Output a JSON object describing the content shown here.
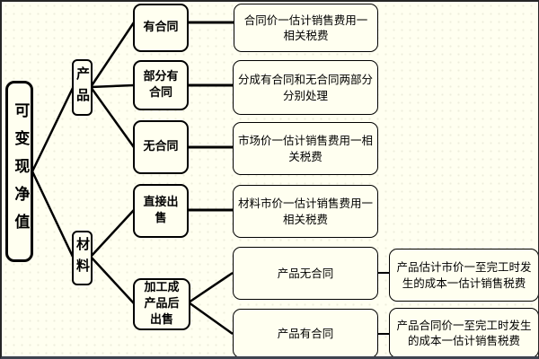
{
  "diagram": {
    "root": {
      "label": "可变现净值",
      "children": [
        {
          "label": "产品",
          "children": [
            {
              "label": "有合同",
              "result": "合同价一估计销售费用一相关税费"
            },
            {
              "label": "部分有合同",
              "result": "分成有合同和无合同两部分分别处理"
            },
            {
              "label": "无合同",
              "result": "市场价一估计销售费用一相关税费"
            }
          ]
        },
        {
          "label": "材料",
          "children": [
            {
              "label": "直接出售",
              "result": "材料市价一估计销售费用一相关税费"
            },
            {
              "label": "加工成产品后出售",
              "children": [
                {
                  "label": "产品无合同",
                  "result": "产品估计市价一至完工时发生的成本一估计销售税费"
                },
                {
                  "label": "产品有合同",
                  "result": "产品合同价一至完工时发生的成本一估计销售税费"
                }
              ]
            }
          ]
        }
      ]
    },
    "colors": {
      "background": "#fffff0",
      "ink": "#000000",
      "dot": "#ededdc",
      "frame": "#262626",
      "frame_bottom": "#3e4450"
    }
  }
}
